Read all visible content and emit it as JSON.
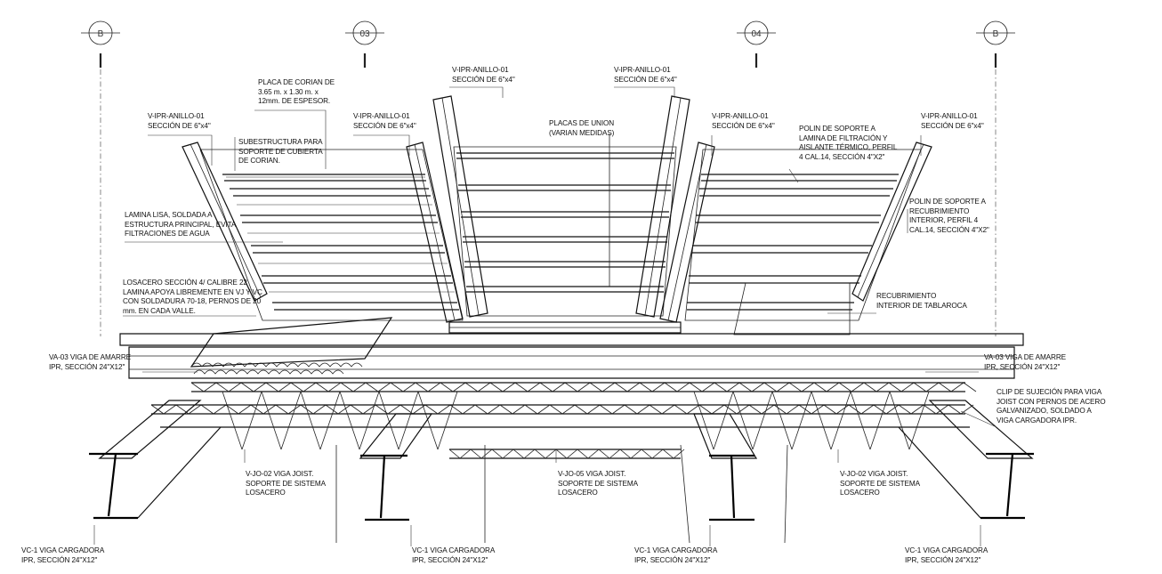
{
  "grid": {
    "bubbles": [
      "B",
      "03",
      "04",
      "B"
    ]
  },
  "labels": {
    "placa_corian": [
      "PLACA DE CORIAN DE",
      "3.65 m. x 1.30 m. x",
      "12mm. DE ESPESOR."
    ],
    "vipr_top_left": [
      "V-IPR-ANILLO-01",
      "SECCIÓN DE 6\"x4\""
    ],
    "vipr_top_right": [
      "V-IPR-ANILLO-01",
      "SECCIÓN DE 6\"x4\""
    ],
    "vipr_left_outer": [
      "V-IPR-ANILLO-01",
      "SECCIÓN DE 6\"x4\""
    ],
    "vipr_left_inner": [
      "V-IPR-ANILLO-01",
      "SECCIÓN DE 6\"x4\""
    ],
    "vipr_right_inner": [
      "V-IPR-ANILLO-01",
      "SECCIÓN DE 6\"x4\""
    ],
    "vipr_right_outer": [
      "V-IPR-ANILLO-01",
      "SECCIÓN DE 6\"x4\""
    ],
    "placas_union": [
      "PLACAS DE UNION",
      "(VARIAN MEDIDAS)"
    ],
    "subestructura": [
      "SUBESTRUCTURA PARA",
      "SOPORTE DE CUBIERTA",
      "DE CORIAN."
    ],
    "polin_termico": [
      "POLIN DE SOPORTE A",
      "LAMINA DE FILTRACIÓN Y",
      "AISLANTE TÉRMICO, PERFIL",
      "4 CAL.14, SECCIÓN 4\"X2\""
    ],
    "polin_recubrimiento": [
      "POLIN DE SOPORTE A",
      "RECUBRIMIENTO",
      "INTERIOR, PERFIL 4",
      "CAL.14, SECCIÓN 4\"X2\""
    ],
    "lamina_lisa": [
      "LAMINA LISA, SOLDADA A",
      "ESTRUCTURA PRINCIPAL, EVITA",
      "FILTRACIONES DE AGUA"
    ],
    "losacero": [
      "LOSACERO SECCIÓN 4/ CALIBRE 22",
      "LAMINA APOYA LIBREMENTE EN VJ Y VC",
      "CON SOLDADURA 70-18, PERNOS DE 20",
      "mm. EN CADA VALLE."
    ],
    "recubrimiento": [
      "RECUBRIMIENTO",
      "INTERIOR DE TABLAROCA"
    ],
    "va03_left": [
      "VA-03 VIGA DE AMARRE",
      "IPR, SECCIÓN 24\"X12\""
    ],
    "va03_right": [
      "VA-03 VIGA DE AMARRE",
      "IPR, SECCIÓN 24\"X12\""
    ],
    "clip": [
      "CLIP DE SUJECIÓN PARA VIGA",
      "JOIST CON PERNOS DE ACERO",
      "GALVANIZADO, SOLDADO A",
      "VIGA CARGADORA IPR."
    ],
    "vjo02_left": [
      "V-JO-02 VIGA JOIST.",
      "SOPORTE DE SISTEMA",
      "LOSACERO"
    ],
    "vjo05": [
      "V-JO-05 VIGA JOIST.",
      "SOPORTE DE SISTEMA",
      "LOSACERO"
    ],
    "vjo02_right": [
      "V-JO-02 VIGA JOIST.",
      "SOPORTE DE SISTEMA",
      "LOSACERO"
    ],
    "vc1_a": [
      "VC-1 VIGA CARGADORA",
      "IPR, SECCIÓN 24\"X12\""
    ],
    "vc1_b": [
      "VC-1 VIGA CARGADORA",
      "IPR, SECCIÓN 24\"X12\""
    ],
    "vc1_c": [
      "VC-1 VIGA CARGADORA",
      "IPR, SECCIÓN 24\"X12\""
    ],
    "vc1_d": [
      "VC-1 VIGA CARGADORA",
      "IPR, SECCIÓN 24\"X12\""
    ]
  }
}
